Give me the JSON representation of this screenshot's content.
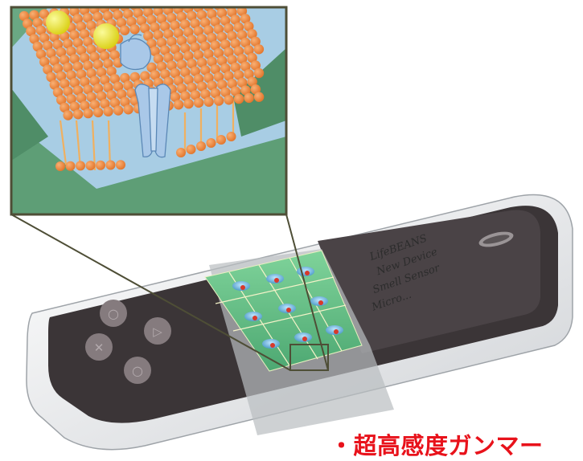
{
  "device_screen": {
    "lines": [
      "LifeBEANS",
      "New Device",
      "Smell Sensor",
      "Micro..."
    ]
  },
  "buttons": [
    {
      "symbol": "○"
    },
    {
      "symbol": "▷"
    },
    {
      "symbol": "✕"
    },
    {
      "symbol": "○"
    }
  ],
  "caption": "・超高感度ガンマー",
  "colors": {
    "lipid_head": "#f0883b",
    "channel": "#a9c8e8",
    "substrate": "#5e9e76",
    "ligand": "#e6e21c",
    "frame": "#4e4e36",
    "caption": "#e8121b"
  }
}
